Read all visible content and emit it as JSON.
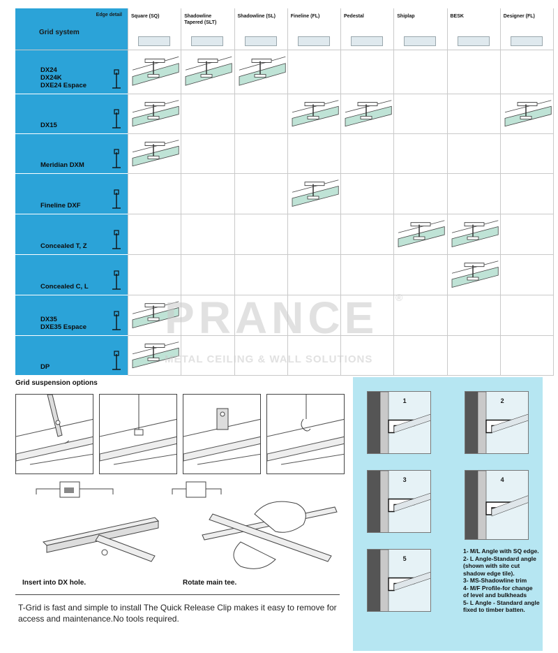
{
  "table": {
    "corner_edge_label": "Edge detail",
    "corner_grid_label": "Grid system",
    "edge_headers": [
      "Square (SQ)",
      "Shadowline Tapered (SLT)",
      "Shadowline (SL)",
      "Fineline (FL)",
      "Pedestal",
      "Shiplap",
      "BESK",
      "Designer (FL)"
    ],
    "rows": [
      {
        "label": "DX24\nDX24K\nDXE24 Espace",
        "cells": [
          1,
          1,
          1,
          0,
          0,
          0,
          0,
          0
        ]
      },
      {
        "label": "DX15",
        "cells": [
          1,
          0,
          0,
          1,
          1,
          0,
          0,
          1
        ]
      },
      {
        "label": "Meridian DXM",
        "cells": [
          1,
          0,
          0,
          0,
          0,
          0,
          0,
          0
        ]
      },
      {
        "label": "Fineline DXF",
        "cells": [
          0,
          0,
          0,
          1,
          0,
          0,
          0,
          0
        ]
      },
      {
        "label": "Concealed T, Z",
        "cells": [
          0,
          0,
          0,
          0,
          0,
          1,
          1,
          0
        ]
      },
      {
        "label": "Concealed C, L",
        "cells": [
          0,
          0,
          0,
          0,
          0,
          0,
          1,
          0
        ]
      },
      {
        "label": "DX35\nDXE35 Espace",
        "cells": [
          1,
          0,
          0,
          0,
          0,
          0,
          0,
          0
        ]
      },
      {
        "label": "DP",
        "cells": [
          1,
          0,
          0,
          0,
          0,
          0,
          0,
          0
        ]
      }
    ]
  },
  "watermark": {
    "brand": "PRANCE",
    "registered": "®",
    "tagline": "METAL CEILING & WALL SOLUTIONS"
  },
  "suspension": {
    "title": "Grid suspension options",
    "caption_left": "Insert into DX hole.",
    "caption_right": "Rotate main tee.",
    "description": "T-Grid is fast and simple to install The Quick Release Clip makes it easy to remove for access and maintenance.No tools required."
  },
  "wall_details": {
    "box_numbers": [
      "1",
      "2",
      "3",
      "4",
      "5"
    ],
    "legend": [
      "1- M/L Angle with SQ edge.",
      "2- L Angle-Standard angle (shown with site cut shadow edge tile).",
      "3- MS-Shadowline trim",
      "4- M/F Profile-for change of level and bulkheads",
      "5- L Angle - Standard angle fixed to timber batten."
    ]
  },
  "colors": {
    "table_blue": "#2ba3d8",
    "panel_cyan": "#b6e6f2",
    "tile_green": "#bfe3d6"
  }
}
